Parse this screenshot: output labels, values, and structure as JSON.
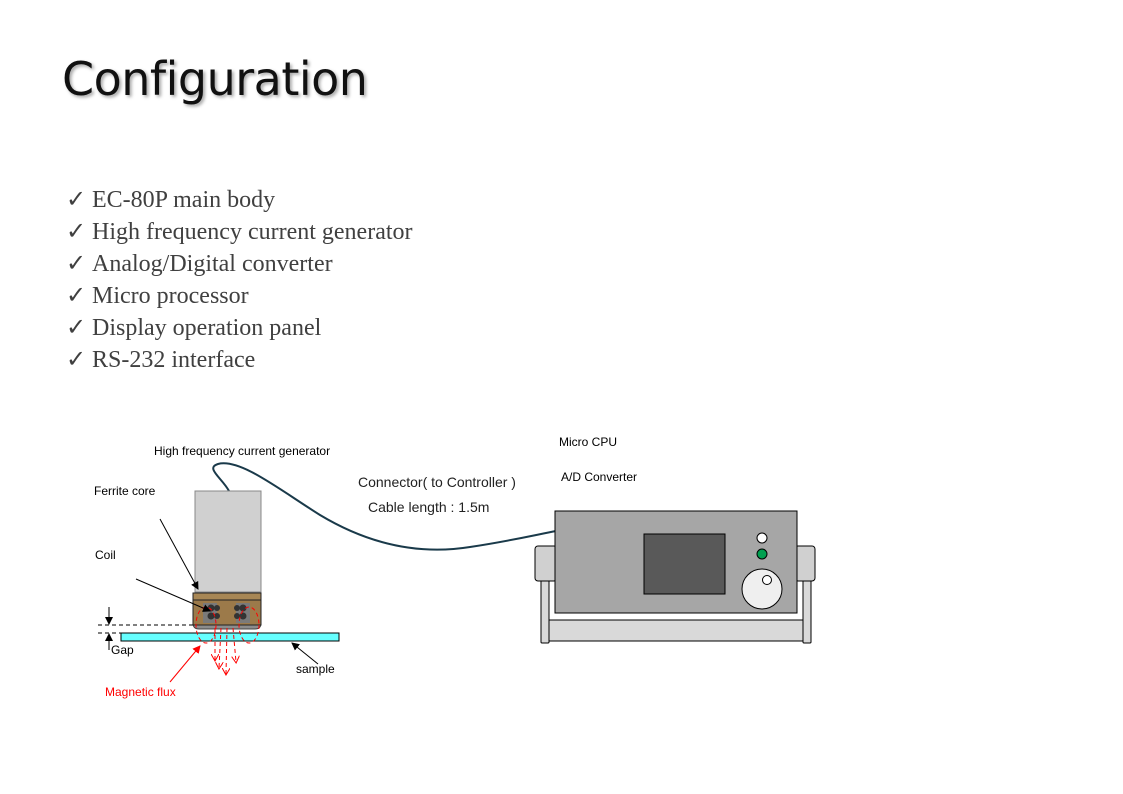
{
  "title": "Configuration",
  "bullets": [
    {
      "icon": "check-icon",
      "text": "EC-80P main body"
    },
    {
      "icon": "check-icon",
      "text": "High frequency current generator"
    },
    {
      "icon": "check-icon",
      "text": "Analog/Digital converter"
    },
    {
      "icon": "check-icon",
      "text": "Micro processor"
    },
    {
      "icon": "check-icon",
      "text": "Display operation panel"
    },
    {
      "icon": "check-icon",
      "text": "RS-232 interface"
    }
  ],
  "check_glyph": "✓",
  "diagram": {
    "labels": {
      "generator": "High frequency current generator",
      "ferrite_core": "Ferrite core",
      "coil": "Coil",
      "gap": "Gap",
      "sample": "sample",
      "magnetic_flux": "Magnetic flux",
      "connector": "Connector( to Controller )",
      "cable_length": "Cable length : 1.5m",
      "micro_cpu": "Micro CPU",
      "ad_converter": "A/D Converter"
    },
    "colors": {
      "flux": "#ff0000",
      "sample": "#66ffff",
      "coil_housing": "#9c7a4a",
      "led_on": "#00a050",
      "screen": "#595959",
      "cable": "#1a3a4a"
    }
  }
}
